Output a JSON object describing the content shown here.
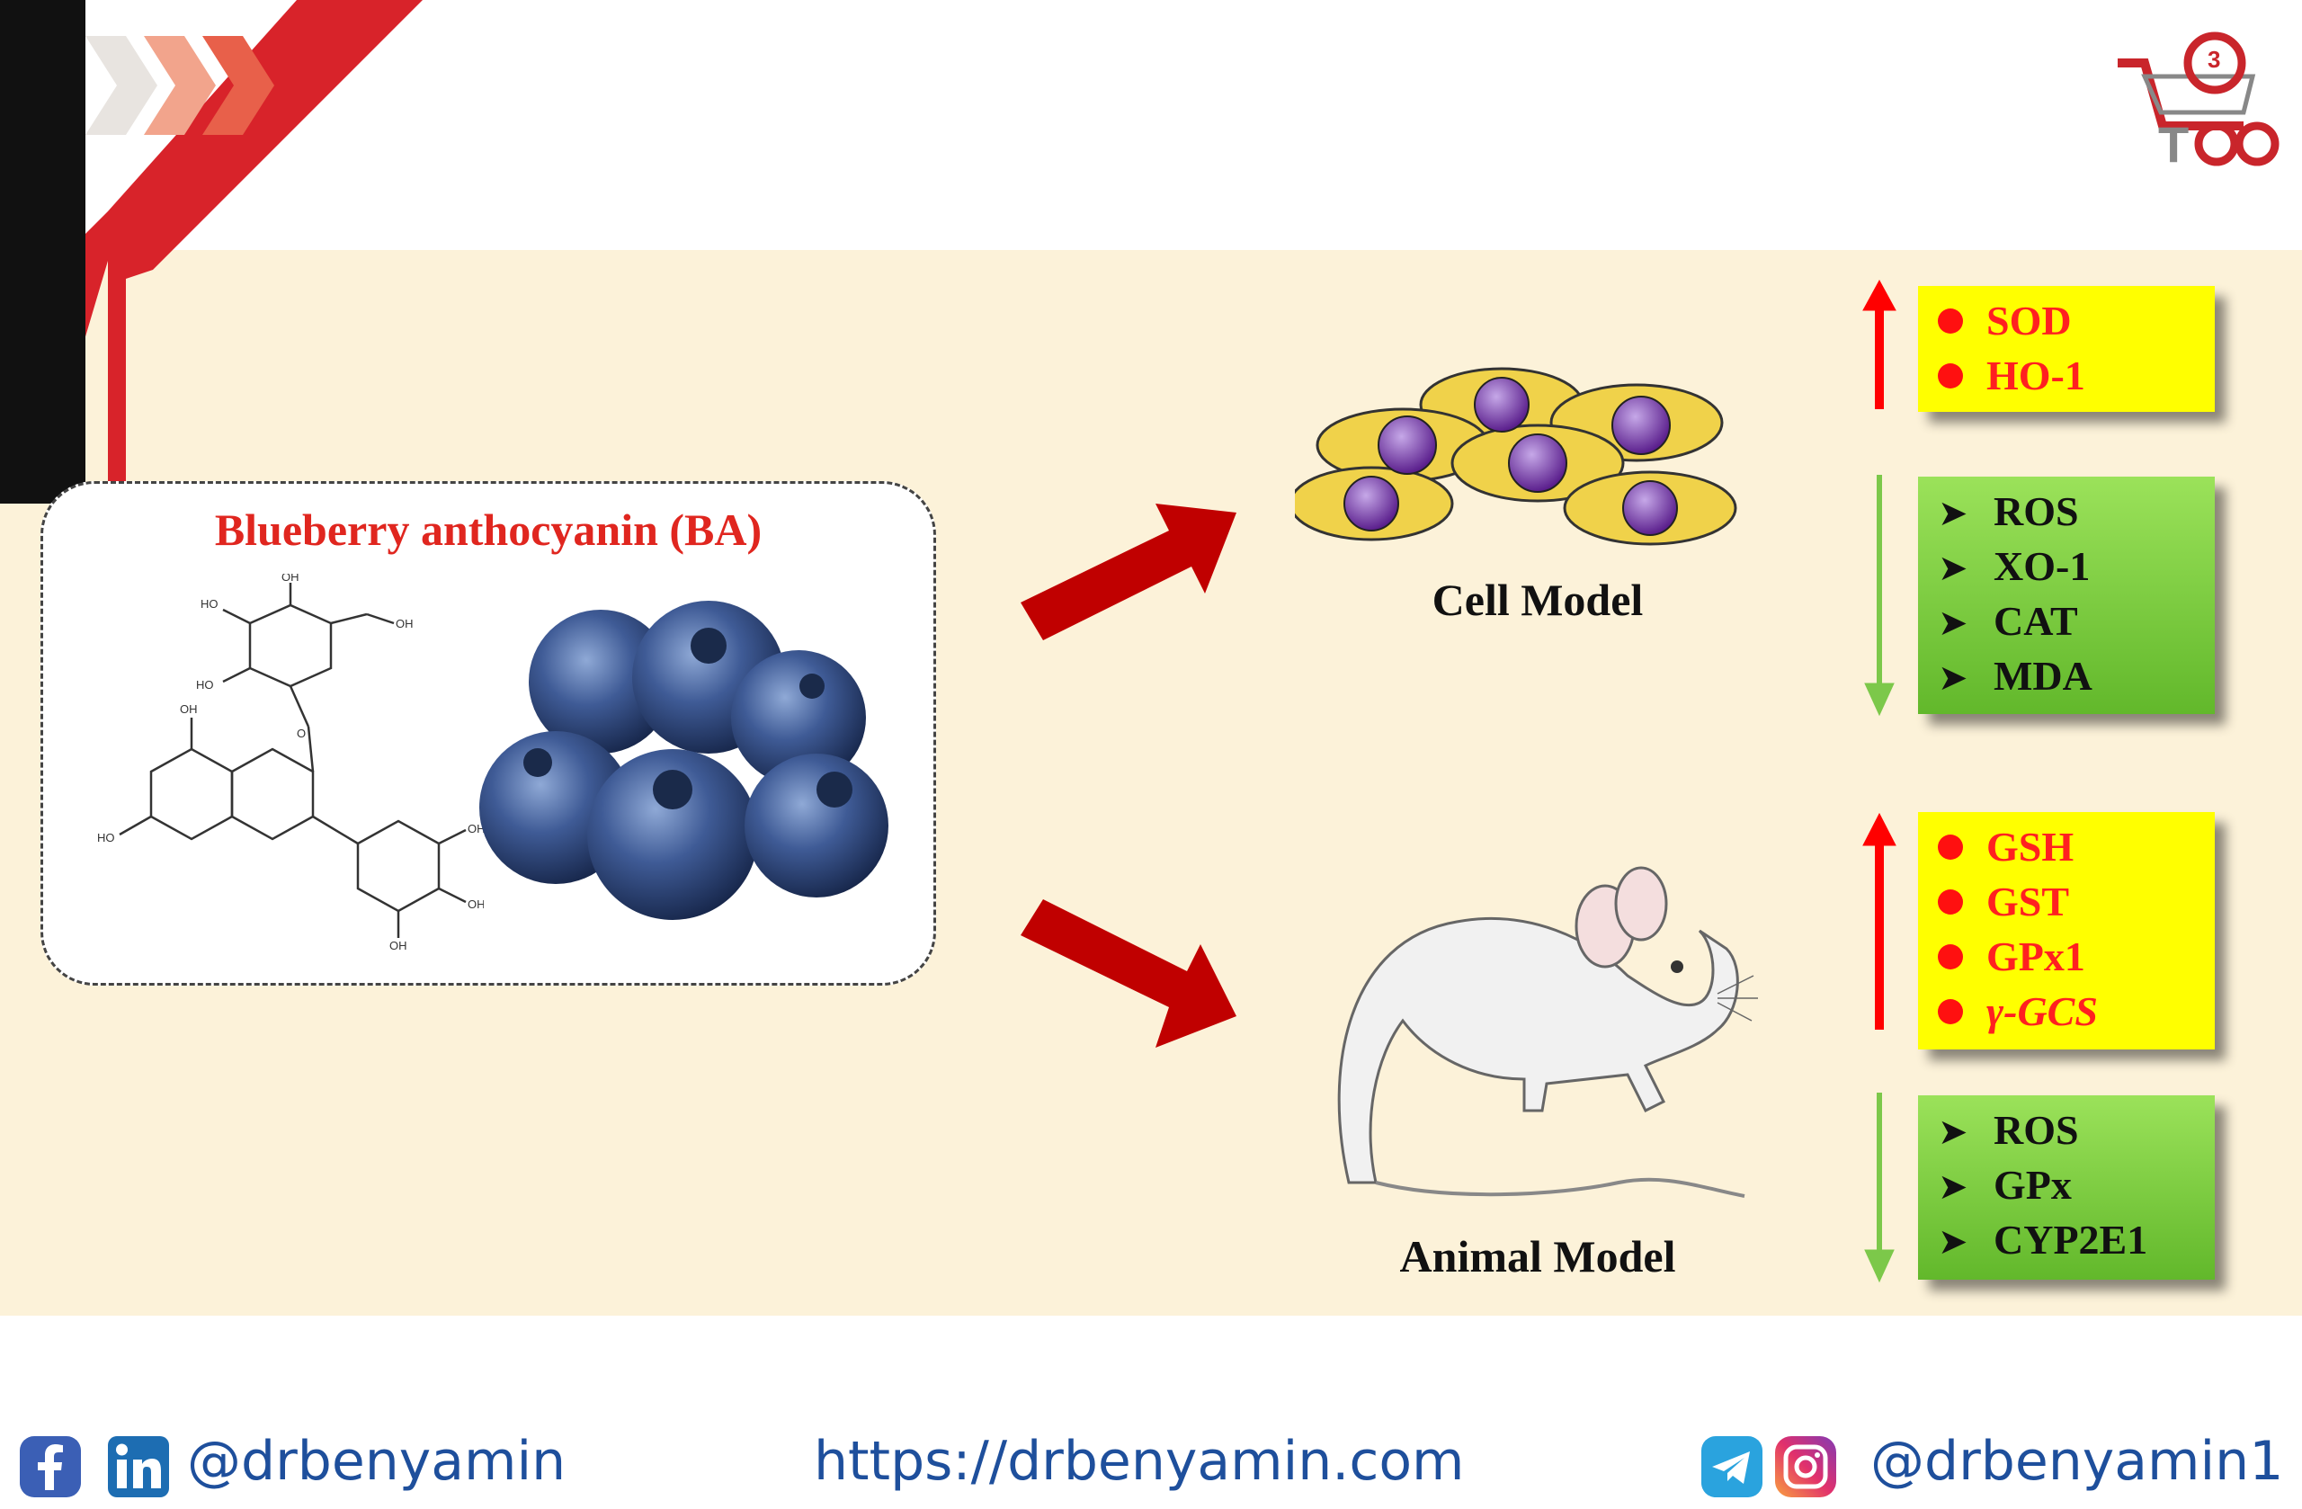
{
  "title": "Blueberry anthocyanin (BA)",
  "cell_model_label": "Cell Model",
  "animal_model_label": "Animal Model",
  "cell_model": {
    "increased": [
      "SOD",
      "HO-1"
    ],
    "decreased": [
      "ROS",
      "XO-1",
      "CAT",
      "MDA"
    ]
  },
  "animal_model": {
    "increased": [
      "GSH",
      "GST",
      "GPx1",
      "γ-GCS"
    ],
    "decreased": [
      "ROS",
      "GPx",
      "CYP2E1"
    ]
  },
  "footer": {
    "social_handle_left": "@drbenyamin",
    "website": "https://drbenyamin.com",
    "social_handle_right": "@drbenyamin1"
  },
  "colors": {
    "background_panel": "#fcf2d9",
    "increase": "#ff0000",
    "decrease_box": "#7ccc3e",
    "arrow_red": "#c00000",
    "footer_text": "#1e4f9c"
  },
  "icons": [
    "facebook-icon",
    "linkedin-icon",
    "telegram-icon",
    "instagram-icon",
    "logo-icon"
  ]
}
